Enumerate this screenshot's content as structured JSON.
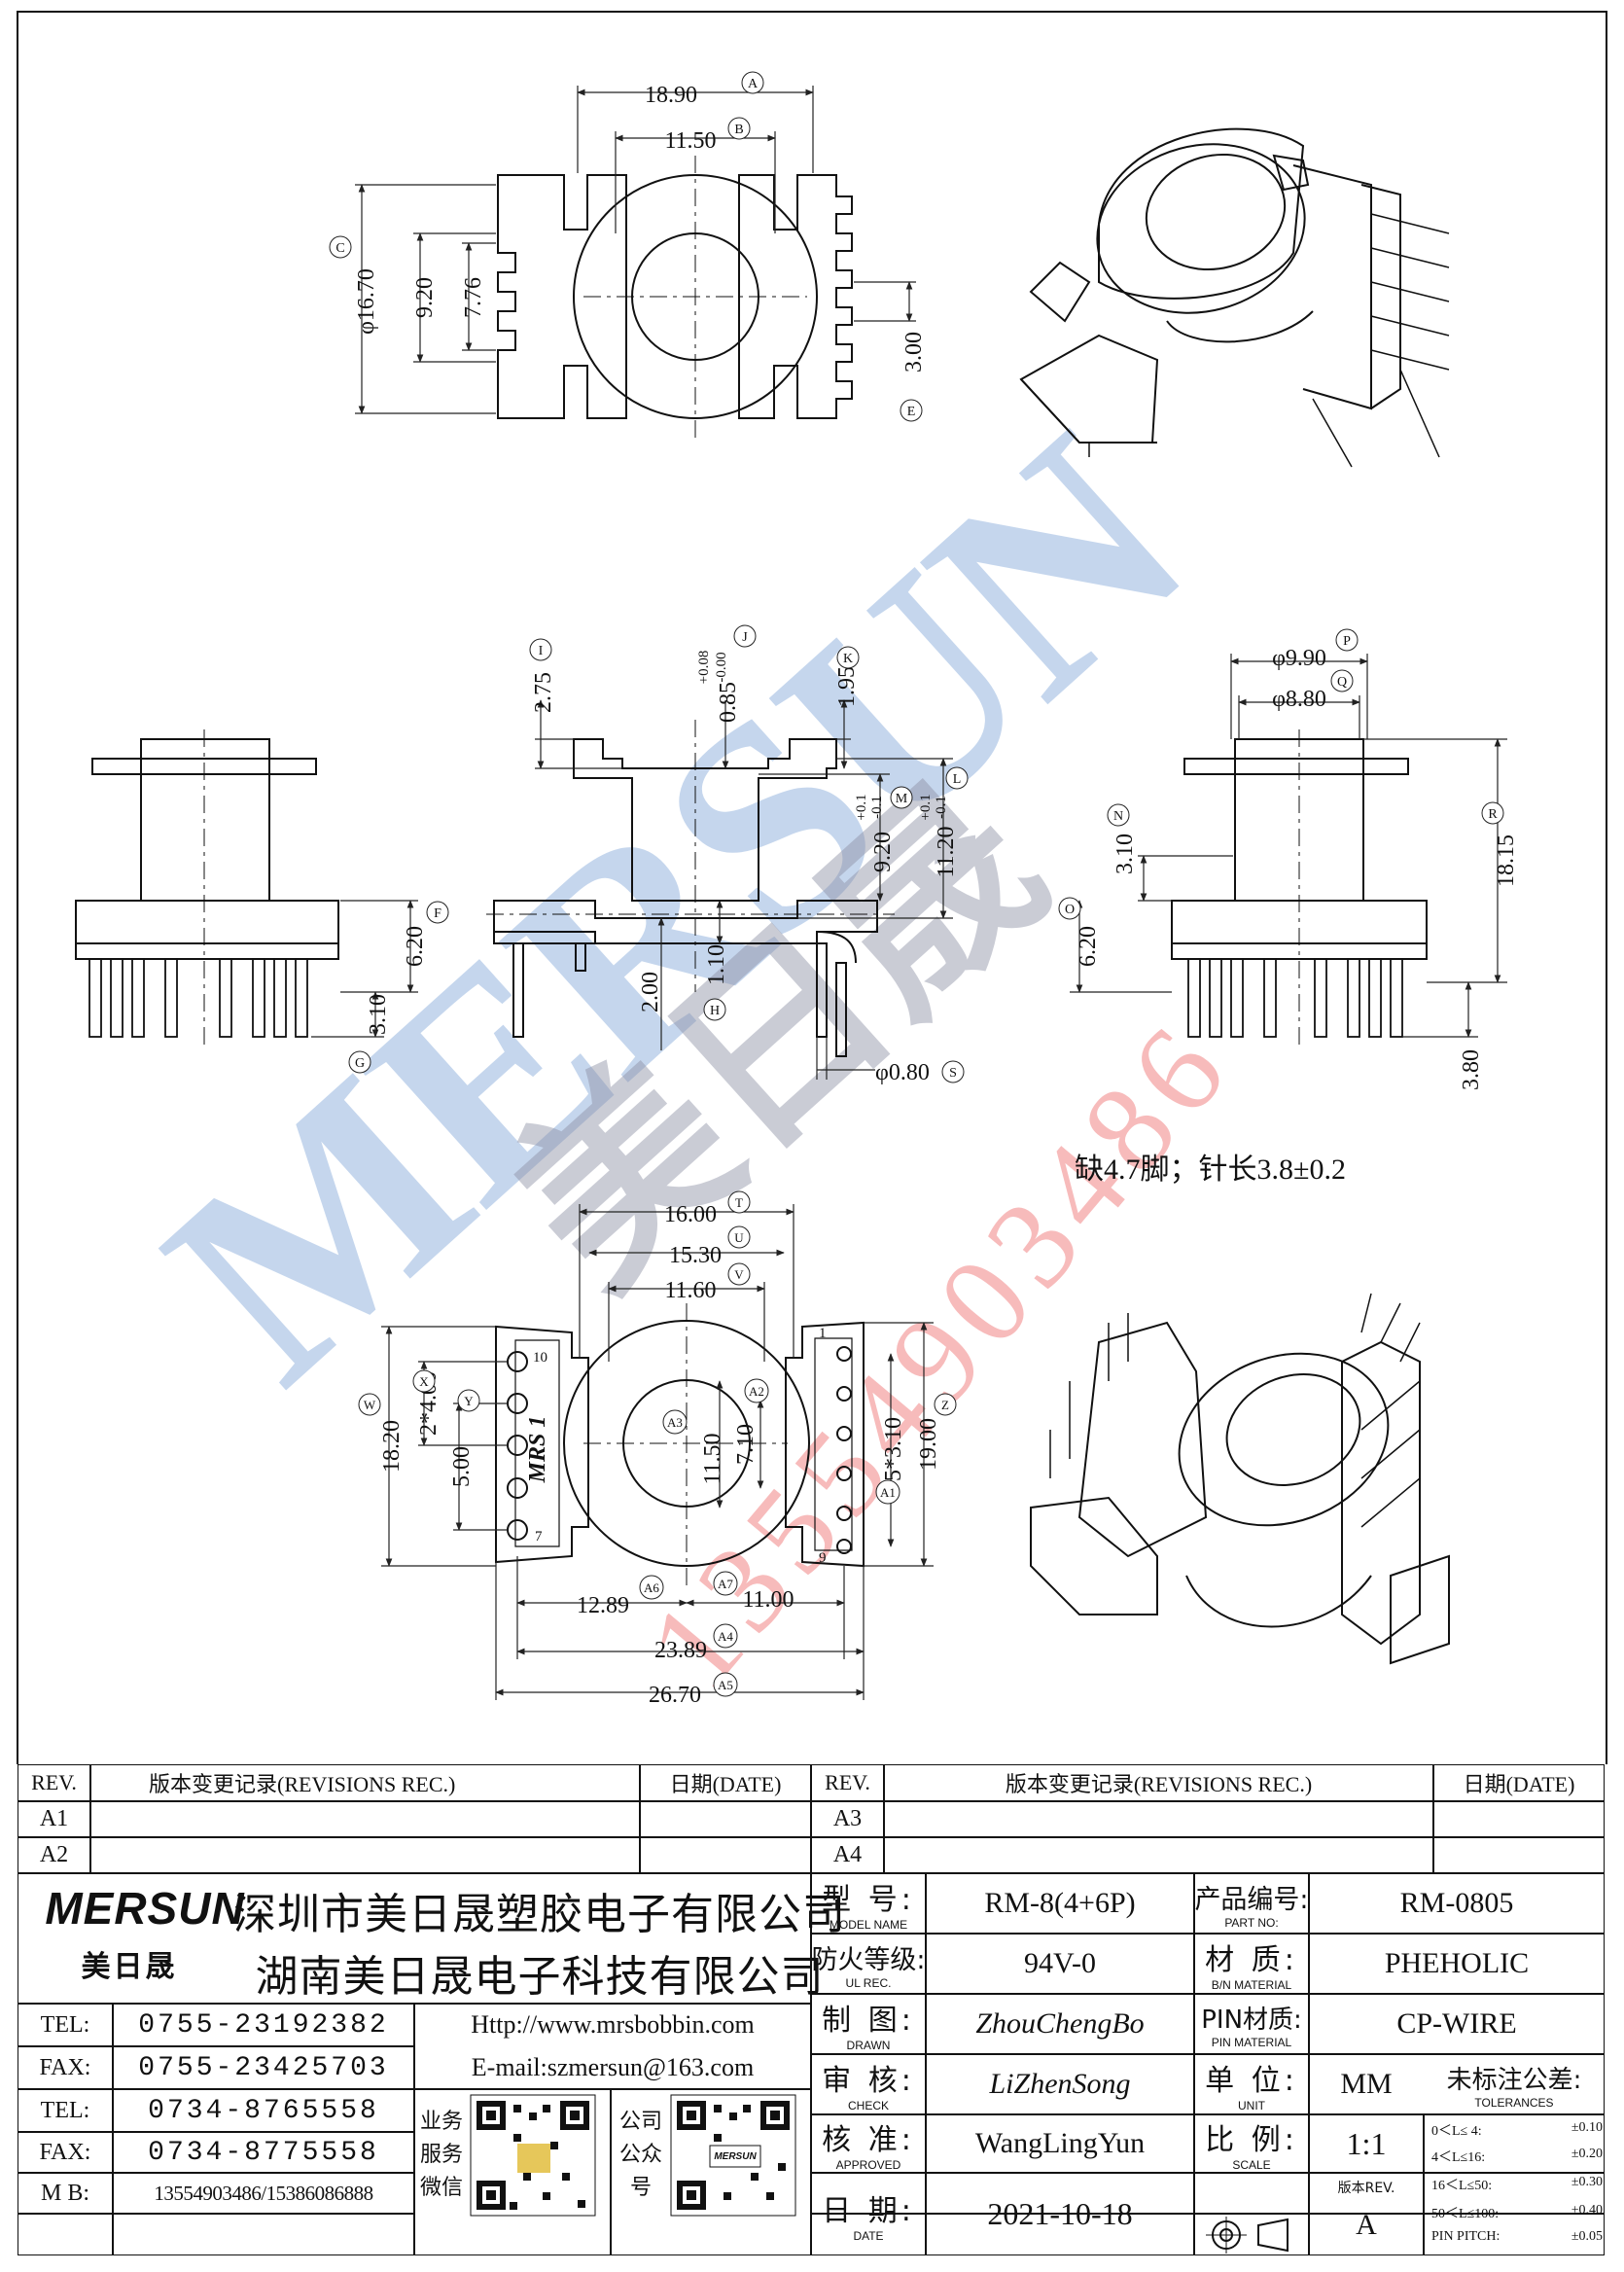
{
  "drawing": {
    "top_view": {
      "dims": [
        "18.90",
        "11.50",
        "φ16.70",
        "9.20",
        "7.76",
        "3.00"
      ],
      "markers": [
        "A",
        "B",
        "C",
        "E"
      ]
    },
    "side_view_left": {
      "dims": [
        "6.20",
        "3.10"
      ],
      "markers": [
        "F",
        "G"
      ]
    },
    "front_view": {
      "dims": [
        "2.75",
        "0.85",
        "+0.08",
        "-0.00",
        "1.95",
        "9.20",
        "+0.1",
        "-0.1",
        "11.20",
        "+0.1",
        "-0.1",
        "2.00",
        "1.10",
        "φ0.80"
      ],
      "markers": [
        "I",
        "J",
        "K",
        "L",
        "M",
        "H",
        "S"
      ]
    },
    "side_view_right": {
      "dims": [
        "φ9.90",
        "φ8.80",
        "3.10",
        "6.20",
        "18.15",
        "3.80"
      ],
      "markers": [
        "P",
        "Q",
        "N",
        "O",
        "R"
      ]
    },
    "note": "缺4.7脚；针长3.8±0.2",
    "bottom_view": {
      "dims": [
        "16.00",
        "15.30",
        "11.60",
        "18.20",
        "2*4.00",
        "5.00",
        "11.50",
        "7.10",
        "5*3.10",
        "19.00",
        "12.89",
        "11.00",
        "23.89",
        "26.70"
      ],
      "markers": [
        "T",
        "U",
        "V",
        "W",
        "X",
        "Y",
        "Z",
        "A2",
        "A3",
        "A1",
        "A6",
        "A7",
        "A4",
        "A5"
      ],
      "pin_numbers": [
        "10",
        "7",
        "9",
        "1"
      ],
      "part_mark": "MRS 1"
    },
    "watermark": {
      "brand": "MERSUN",
      "brand_cn": "美日晟",
      "phone": "13554903486"
    }
  },
  "titleblock": {
    "revisions_left": {
      "headers": [
        "REV.",
        "版本变更记录(REVISIONS REC.)",
        "日期(DATE)"
      ],
      "rows": [
        "A1",
        "A2"
      ]
    },
    "revisions_right": {
      "headers": [
        "REV.",
        "版本变更记录(REVISIONS REC.)",
        "日期(DATE)"
      ],
      "rows": [
        "A3",
        "A4"
      ]
    },
    "logo": "MERSUN",
    "logo_cn": "美日晟",
    "company_1": "深圳市美日晟塑胶电子有限公司",
    "company_2": "湖南美日晟电子科技有限公司",
    "contacts": [
      {
        "label": "TEL:",
        "value": "0755-23192382"
      },
      {
        "label": "FAX:",
        "value": "0755-23425703"
      },
      {
        "label": "TEL:",
        "value": "0734-8765558"
      },
      {
        "label": "FAX:",
        "value": "0734-8775558"
      },
      {
        "label": "M B:",
        "value": "13554903486/15386086888"
      }
    ],
    "web": "Http://www.mrsbobbin.com",
    "email": "E-mail:szmersun@163.com",
    "qr_label_1": [
      "业务",
      "服务",
      "微信"
    ],
    "qr_label_2": [
      "公司",
      "公众",
      "号"
    ],
    "qr_brand": "MERSUN",
    "fields": {
      "model": {
        "cn": "型 号:",
        "en": "MODEL NAME",
        "value": "RM-8(4+6P)"
      },
      "part": {
        "cn": "产品编号:",
        "en": "PART NO:",
        "value": "RM-0805"
      },
      "ul": {
        "cn": "防火等级:",
        "en": "UL REC.",
        "value": "94V-0"
      },
      "material": {
        "cn": "材 质:",
        "en": "B/N MATERIAL",
        "value": "PHEHOLIC"
      },
      "drawn": {
        "cn": "制 图:",
        "en": "DRAWN",
        "value": "ZhouChengBo"
      },
      "pin_material": {
        "cn": "PIN材质:",
        "en": "PIN MATERIAL",
        "value": "CP-WIRE"
      },
      "check": {
        "cn": "审 核:",
        "en": "CHECK",
        "value": "LiZhenSong"
      },
      "unit": {
        "cn": "单 位:",
        "en": "UNIT",
        "value": "MM"
      },
      "approved": {
        "cn": "核 准:",
        "en": "APPROVED",
        "value": "WangLingYun"
      },
      "scale": {
        "cn": "比 例:",
        "en": "SCALE",
        "value": "1:1"
      },
      "date": {
        "cn": "日 期:",
        "en": "DATE",
        "value": "2021-10-18"
      },
      "version": {
        "cn": "版本REV.",
        "value": "A"
      }
    },
    "tolerances": {
      "title": "未标注公差:",
      "subtitle": "TOLERANCES",
      "rows": [
        {
          "range": "0＜L≤ 4:",
          "value": "±0.10"
        },
        {
          "range": "4＜L≤16:",
          "value": "±0.20"
        },
        {
          "range": "16＜L≤50:",
          "value": "±0.30"
        },
        {
          "range": "50＜L≤100:",
          "value": "±0.40"
        },
        {
          "range": "PIN PITCH:",
          "value": "±0.05"
        }
      ]
    }
  }
}
